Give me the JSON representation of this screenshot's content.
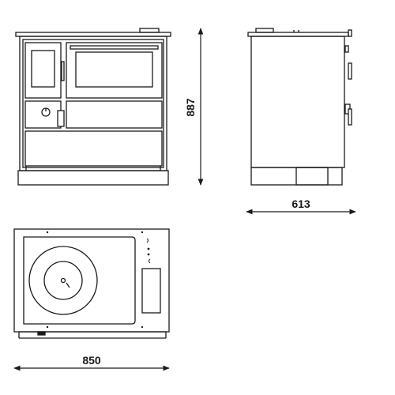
{
  "dimensions": {
    "height_mm": "887",
    "depth_mm": "613",
    "width_mm": "850"
  },
  "colors": {
    "line": "#1a1a1a",
    "fill": "#ffffff"
  }
}
